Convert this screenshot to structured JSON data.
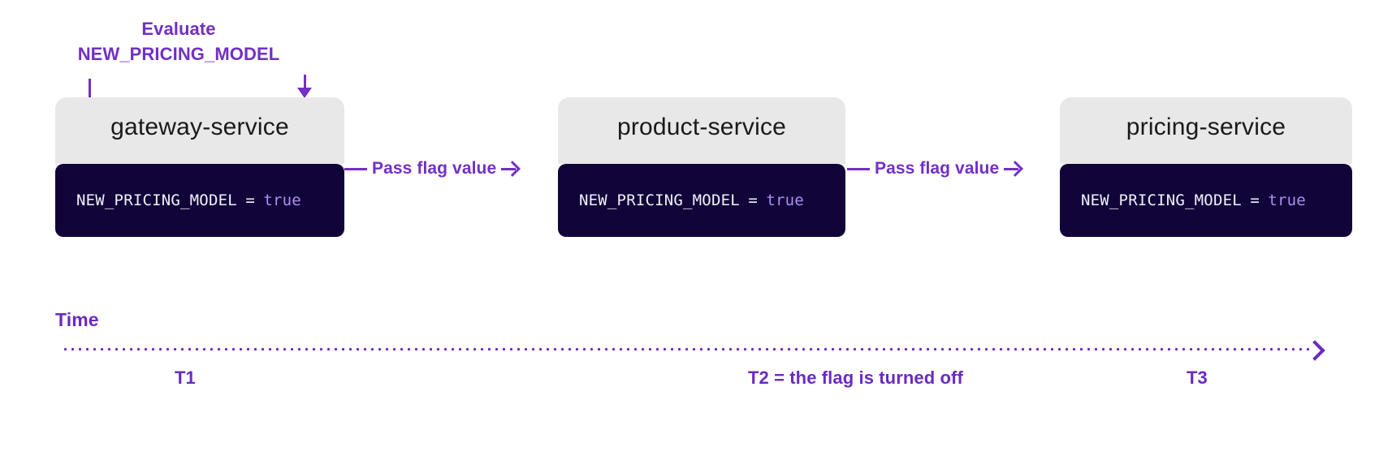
{
  "annotation": {
    "eval_line1": "Evaluate",
    "eval_line2": "NEW_PRICING_MODEL"
  },
  "services": [
    {
      "id": "gateway",
      "name": "gateway-service",
      "code_key": "NEW_PRICING_MODEL",
      "code_op": "=",
      "code_value": "true"
    },
    {
      "id": "product",
      "name": "product-service",
      "code_key": "NEW_PRICING_MODEL",
      "code_op": "=",
      "code_value": "true"
    },
    {
      "id": "pricing",
      "name": "pricing-service",
      "code_key": "NEW_PRICING_MODEL",
      "code_op": "=",
      "code_value": "true"
    }
  ],
  "connectors": [
    {
      "label": "Pass flag value"
    },
    {
      "label": "Pass flag value"
    }
  ],
  "timeline": {
    "label": "Time",
    "ticks": [
      {
        "id": "T1",
        "label": "T1"
      },
      {
        "id": "T2",
        "label": "T2 = the flag is turned off"
      },
      {
        "id": "T3",
        "label": "T3"
      }
    ]
  },
  "colors": {
    "accent_purple": "#7230c4",
    "timeline_purple": "#6a2bbf",
    "header_gray": "#e8e8e8",
    "code_bg": "#110439",
    "code_text": "#f2f0fa",
    "code_value": "#ac8ff0",
    "background": "#ffffff"
  }
}
